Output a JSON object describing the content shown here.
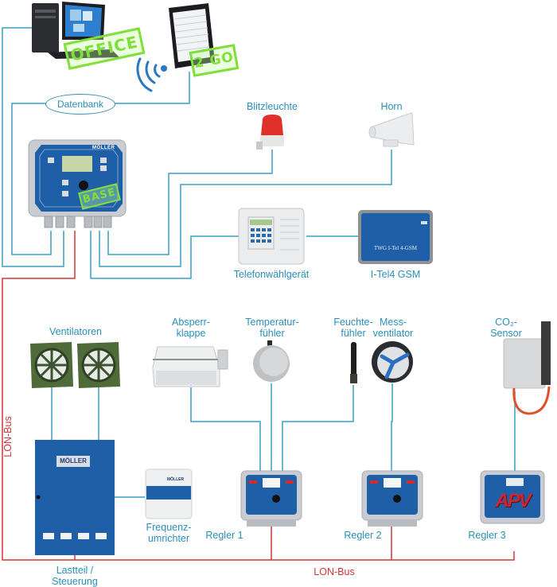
{
  "diagram": {
    "title": "MÖLLER climate control system overview",
    "colors": {
      "signal_line": "#3a9ec4",
      "bus_line": "#d0363a",
      "label": "#2a8fb8",
      "bus_label": "#d0363a",
      "device_blue": "#1f5fa8",
      "housing_grey": "#c9ccd0",
      "stamp_green": "#7fe038",
      "fan_green": "#4f6b3a",
      "beacon_red": "#e0302a"
    },
    "top": {
      "pc_stamp": "OFFICE",
      "tablet_stamp": "2 GO",
      "database": "Datenbank",
      "wifi_icon": "wifi-icon"
    },
    "base_controller": {
      "brand": "MÖLLER",
      "stamp": "BASE"
    },
    "alarm_devices": {
      "beacon": "Blitzleuchte",
      "horn": "Horn",
      "phone_dialer": "Telefonwählgerät",
      "gsm": "I-Tel4 GSM",
      "gsm_panel_text": "TWG I-Tel 4-GSM"
    },
    "field_devices": {
      "fans": "Ventilatoren",
      "damper": "Absperr-\nklappe",
      "temp_sensor": "Temperatur-\nfühler",
      "humidity_sensor": "Feuchte-\nfühler",
      "measuring_fan": "Mess-\nventilator",
      "co2_sensor": "CO₂-\nSensor",
      "frequency_converter": "Frequenz-\numrichter",
      "fc_brand": "MÖLLER",
      "cabinet": "Lastteil /\nSteuerung",
      "cabinet_brand": "MÖLLER"
    },
    "regulators": [
      {
        "label": "Regler 1"
      },
      {
        "label": "Regler 2"
      },
      {
        "label": "Regler 3",
        "stamp": "APV"
      }
    ],
    "bus": {
      "vertical_label": "LON-Bus",
      "horizontal_label": "LON-Bus"
    }
  }
}
